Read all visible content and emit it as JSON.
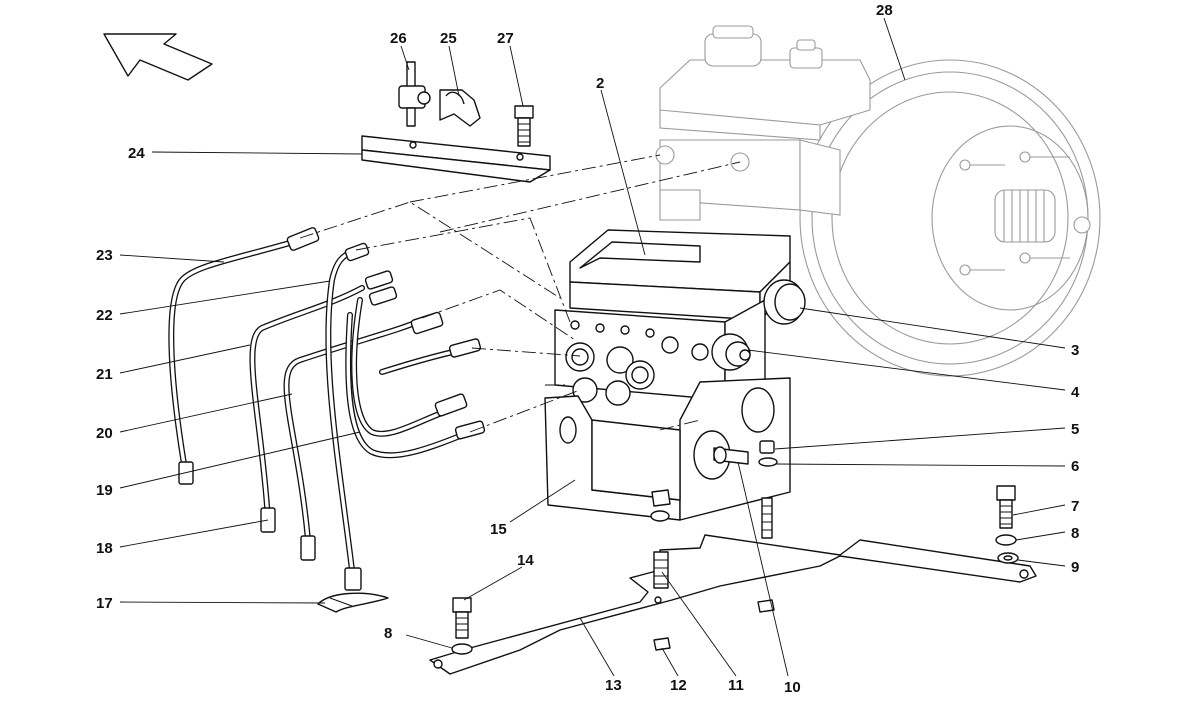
{
  "diagram": {
    "callouts": [
      {
        "id": "c2",
        "text": "2"
      },
      {
        "id": "c3",
        "text": "3"
      },
      {
        "id": "c4",
        "text": "4"
      },
      {
        "id": "c5",
        "text": "5"
      },
      {
        "id": "c6",
        "text": "6"
      },
      {
        "id": "c7",
        "text": "7"
      },
      {
        "id": "c8a",
        "text": "8"
      },
      {
        "id": "c8b",
        "text": "8"
      },
      {
        "id": "c9",
        "text": "9"
      },
      {
        "id": "c10",
        "text": "10"
      },
      {
        "id": "c11",
        "text": "11"
      },
      {
        "id": "c12",
        "text": "12"
      },
      {
        "id": "c13",
        "text": "13"
      },
      {
        "id": "c14",
        "text": "14"
      },
      {
        "id": "c15",
        "text": "15"
      },
      {
        "id": "c17",
        "text": "17"
      },
      {
        "id": "c18",
        "text": "18"
      },
      {
        "id": "c19",
        "text": "19"
      },
      {
        "id": "c20",
        "text": "20"
      },
      {
        "id": "c21",
        "text": "21"
      },
      {
        "id": "c22",
        "text": "22"
      },
      {
        "id": "c23",
        "text": "23"
      },
      {
        "id": "c24",
        "text": "24"
      },
      {
        "id": "c25",
        "text": "25"
      },
      {
        "id": "c26",
        "text": "26"
      },
      {
        "id": "c27",
        "text": "27"
      },
      {
        "id": "c28",
        "text": "28"
      }
    ],
    "colors": {
      "ink": "#111111",
      "ghost": "#9a9a9a",
      "paper": "#ffffff"
    }
  }
}
